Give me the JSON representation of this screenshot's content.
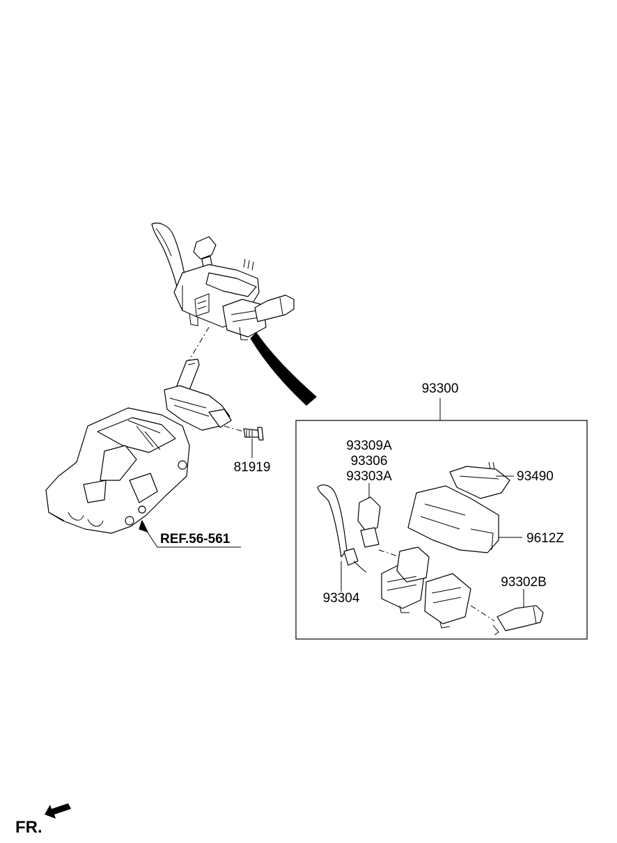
{
  "callouts": {
    "assembly": "93300",
    "lever_set_1": "93309A",
    "lever_set_2": "93306",
    "lever_set_3": "93303A",
    "clock_spring": "93490",
    "module": "9612Z",
    "lever_left": "93304",
    "lever_right": "93302B",
    "bolt": "81919",
    "reference": "REF.56-561"
  },
  "orientation": {
    "label": "FR."
  }
}
